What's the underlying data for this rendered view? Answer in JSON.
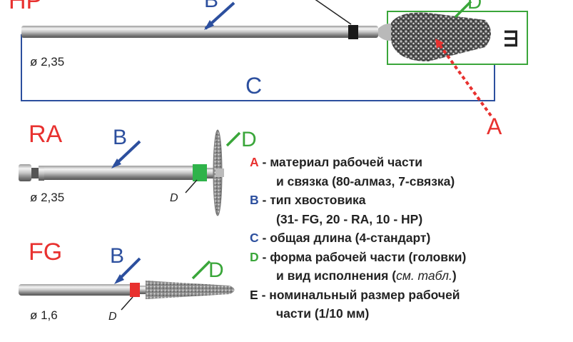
{
  "tools": {
    "hp": {
      "name": "HP",
      "diameter": "ø 2,35",
      "label_b": "B",
      "label_c": "C",
      "label_d": "D",
      "label_a": "A",
      "label_e": "Ш"
    },
    "ra": {
      "name": "RA",
      "diameter": "ø 2,35",
      "label_b": "B",
      "label_d": "D",
      "label_d_small": "D"
    },
    "fg": {
      "name": "FG",
      "diameter": "ø 1,6",
      "label_b": "B",
      "label_d": "D",
      "label_d_small": "D"
    }
  },
  "legend": {
    "a": {
      "key": "A",
      "line1": "- материал рабочей части",
      "line2": "и связка (80-алмаз, 7-связка)"
    },
    "b": {
      "key": "B",
      "line1": "- тип хвостовика",
      "line2": "(31- FG, 20 - RA, 10 - HP)"
    },
    "c": {
      "key": "C",
      "line1": "- общая длина (4-стандарт)"
    },
    "d": {
      "key": "D",
      "line1": "- форма рабочей части (головки)",
      "line2a": "и вид исполнения (",
      "line2b": "см. табл.",
      "line2c": ")"
    },
    "e": {
      "key": "E",
      "line1": "- номинальный размер рабочей",
      "line2": "части (1/10 мм)"
    }
  },
  "colors": {
    "red": "#e8312f",
    "blue": "#2c4f9e",
    "green": "#3aa63a",
    "band_green": "#2fb34a",
    "band_red": "#e8312f"
  }
}
